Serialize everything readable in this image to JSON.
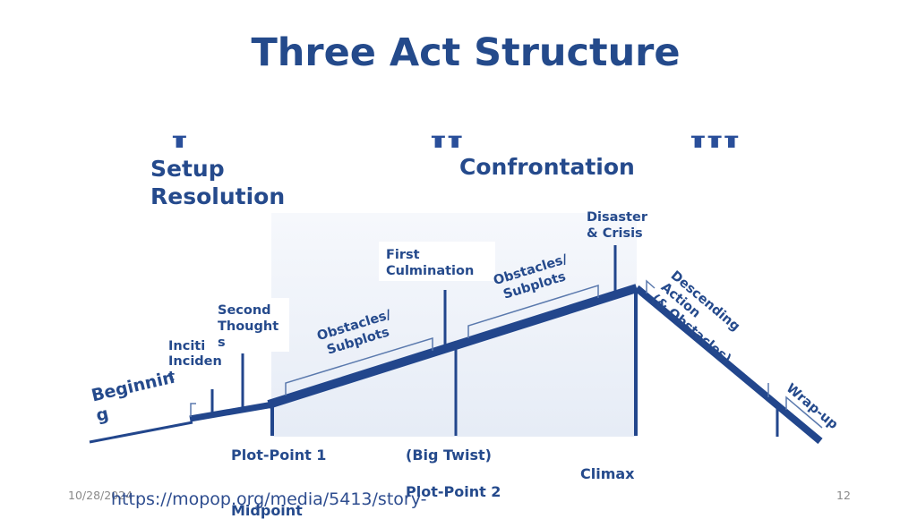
{
  "slide": {
    "title": "Three Act Structure",
    "acts": [
      {
        "numeral": "I",
        "name_lines": [
          "Setup",
          "Resolution"
        ]
      },
      {
        "numeral": "II",
        "name": "Confrontation"
      },
      {
        "numeral": "III"
      }
    ],
    "labels": {
      "beginning": [
        "Beginnin",
        "g"
      ],
      "inciting": [
        "Inciti",
        "Inciden",
        "t"
      ],
      "second_thoughts": [
        "Second",
        "Thought",
        "s"
      ],
      "obstacles_1": [
        "Obstacles/",
        "Subplots"
      ],
      "first_culmination": [
        "First",
        "Culmination"
      ],
      "obstacles_2": [
        "Obstacles/",
        "Subplots"
      ],
      "disaster": [
        "Disaster",
        "& Crisis"
      ],
      "descending": [
        "Descending",
        "Action",
        "(& Obstacles)"
      ],
      "wrap_up": "Wrap-up",
      "plot_point_1": "Plot-Point 1",
      "big_twist": "(Big Twist)",
      "plot_point_2": "Plot-Point 2",
      "midpoint": "Midpoint",
      "climax": "Climax"
    },
    "footer": {
      "date": "10/28/2024",
      "link": "https://mopop.org/media/5413/story-",
      "page_number": "12"
    },
    "colors": {
      "primary": "#244a8b",
      "line": "#22468c",
      "bracket": "#5a79ad",
      "panel": "#e9eef8"
    }
  }
}
